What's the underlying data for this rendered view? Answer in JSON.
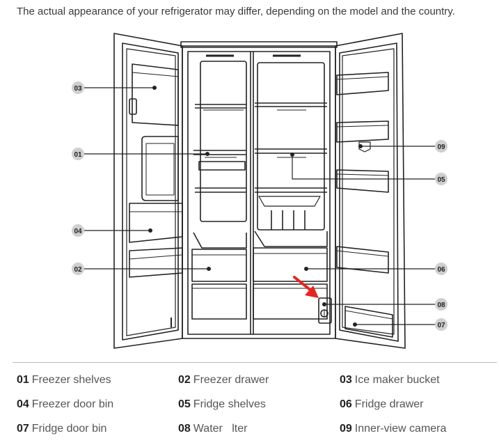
{
  "intro_text": "The actual appearance of your refrigerator may differ, depending on the model and the country.",
  "callouts": [
    {
      "num": "03"
    },
    {
      "num": "01"
    },
    {
      "num": "04"
    },
    {
      "num": "02"
    },
    {
      "num": "09"
    },
    {
      "num": "05"
    },
    {
      "num": "06"
    },
    {
      "num": "08"
    },
    {
      "num": "07"
    }
  ],
  "legend": [
    {
      "num": "01",
      "label": "Freezer shelves"
    },
    {
      "num": "02",
      "label": "Freezer drawer"
    },
    {
      "num": "03",
      "label": "Ice maker bucket"
    },
    {
      "num": "04",
      "label": "Freezer door bin"
    },
    {
      "num": "05",
      "label": "Fridge shelves"
    },
    {
      "num": "06",
      "label": "Fridge drawer"
    },
    {
      "num": "07",
      "label": "Fridge door bin"
    },
    {
      "num": "08",
      "label": "Water   lter"
    },
    {
      "num": "09",
      "label": "Inner-view camera"
    }
  ],
  "colors": {
    "line": "#222222",
    "callout_fill": "#cfcfcf",
    "arrow": "#e8231e"
  }
}
